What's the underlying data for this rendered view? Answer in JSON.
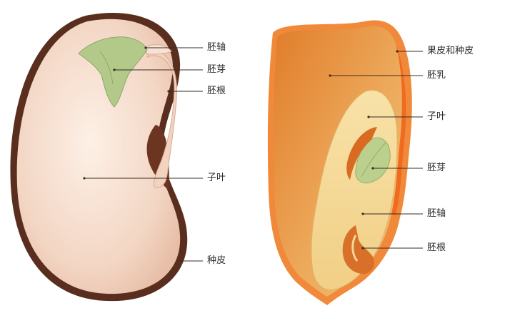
{
  "bean": {
    "labels": {
      "hypocotyl": "胚轴",
      "plumule": "胚芽",
      "radicle": "胚根",
      "cotyledon": "子叶",
      "seed_coat": "种皮"
    }
  },
  "corn": {
    "labels": {
      "pericarp_seed_coat": "果皮和种皮",
      "endosperm": "胚乳",
      "cotyledon": "子叶",
      "plumule": "胚芽",
      "hypocotyl": "胚轴",
      "radicle": "胚根"
    }
  },
  "colors": {
    "bean_coat": "#5a2e1e",
    "bean_body": "#f3d6c4",
    "bean_plumule": "#b3c98a",
    "corn_endosperm": "#e48a33",
    "corn_pericarp": "#ee6a25",
    "corn_embryo": "#f4d89a",
    "corn_plumule": "#b9cf8c"
  }
}
